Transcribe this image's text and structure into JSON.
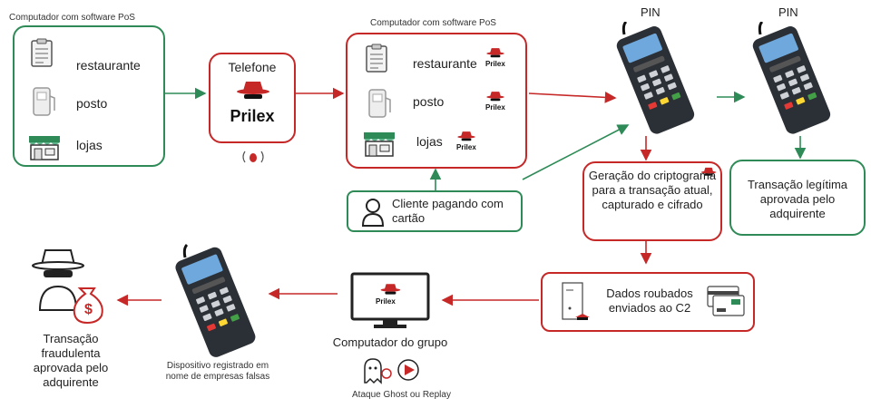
{
  "pos1": {
    "caption": "Computador com software PoS",
    "items": [
      "restaurante",
      "posto",
      "lojas"
    ]
  },
  "phone": {
    "title": "Telefone",
    "logo": "Prilex"
  },
  "pos2": {
    "caption": "Computador com software PoS",
    "items": [
      "restaurante",
      "posto",
      "lojas"
    ],
    "logo": "Prilex"
  },
  "pin1": {
    "label": "PIN"
  },
  "pin2": {
    "label": "PIN"
  },
  "client": {
    "text": "Cliente pagando com cartão"
  },
  "crypto": {
    "text": "Geração do criptograma para a transação atual, capturado e cifrado"
  },
  "legit": {
    "text": "Transação legítima aprovada pelo adquirente"
  },
  "stolen": {
    "text": "Dados roubados enviados ao C2"
  },
  "group_pc": {
    "label": "Computador do grupo",
    "screen_logo": "Prilex"
  },
  "attack": {
    "label": "Ataque Ghost ou Replay"
  },
  "device": {
    "text": "Dispositivo registrado em nome de empresas falsas"
  },
  "fraud": {
    "text": "Transação fraudulenta aprovada pelo adquirente"
  },
  "colors": {
    "green": "#2e8b57",
    "red": "#c62828"
  }
}
